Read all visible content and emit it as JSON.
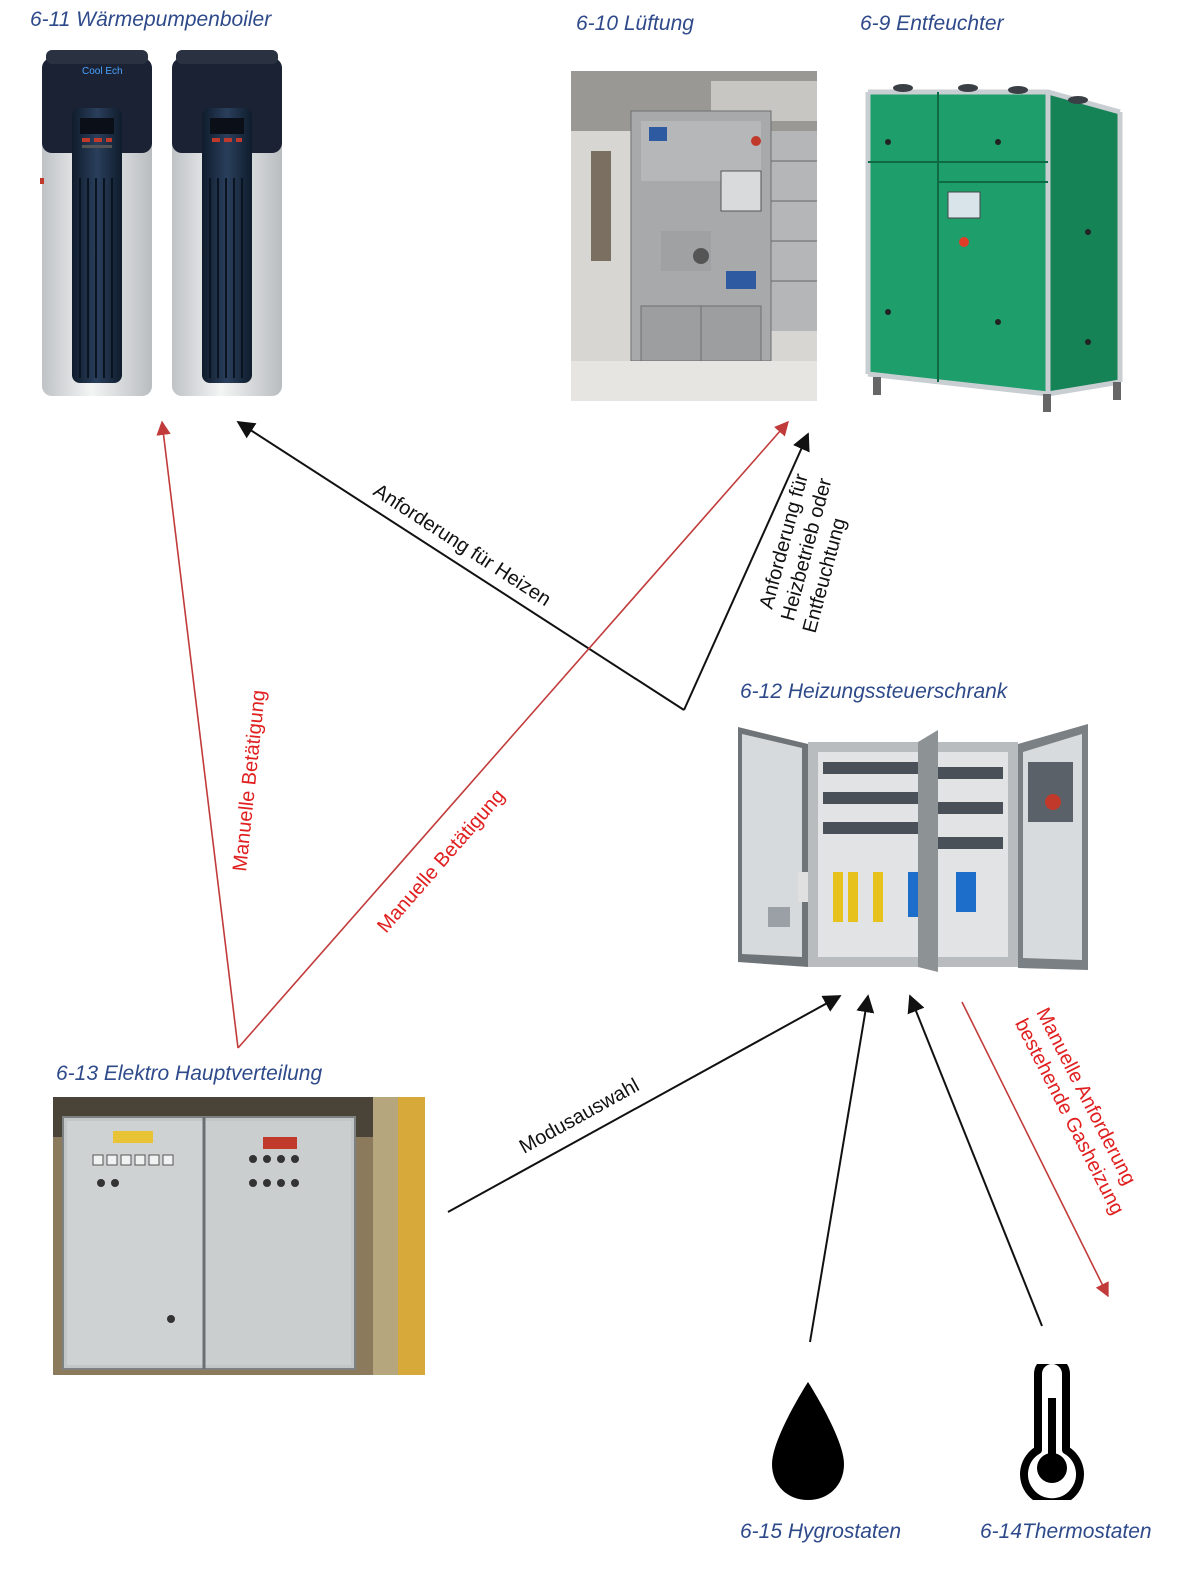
{
  "nodes": {
    "boiler": {
      "title": "6-11 Wärmepumpenboiler",
      "brand": "Cool Ech"
    },
    "lueftung": {
      "title": "6-10 Lüftung"
    },
    "entfeuchter": {
      "title": "6-9 Entfeuchter"
    },
    "steuerschrank": {
      "title": "6-12 Heizungssteuerschrank"
    },
    "hauptverteilung": {
      "title": "6-13 Elektro Hauptverteilung"
    },
    "hygrostaten": {
      "title": "6-15 Hygrostaten"
    },
    "thermostaten": {
      "title": "6-14Thermostaten"
    }
  },
  "edges": {
    "anforderung_heizen": "Anforderung für Heizen",
    "anforderung_heizbetrieb": [
      "Anforderung für",
      "Heizbetrieb oder",
      "Entfeuchtung"
    ],
    "manuelle_betaetigung_1": "Manuelle Betätigung",
    "manuelle_betaetigung_2": "Manuelle Betätigung",
    "modusauswahl": "Modusauswahl",
    "manuelle_anforderung_gas": [
      "Manuelle Anforderung",
      "bestehende Gasheizung"
    ]
  },
  "colors": {
    "title_blue": "#2e4a8a",
    "arrow_black": "#111111",
    "arrow_red": "#c23b3b",
    "label_red": "#e02020"
  }
}
